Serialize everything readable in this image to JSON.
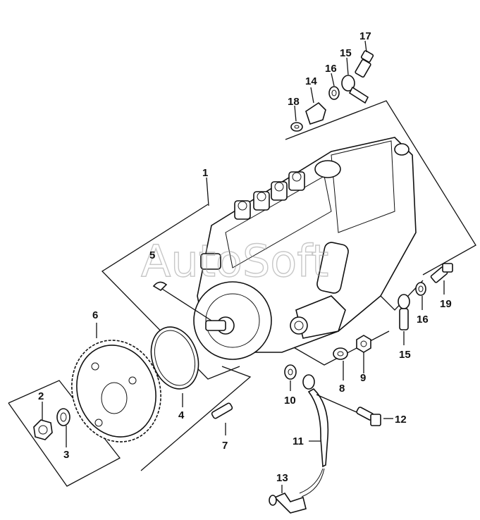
{
  "watermark": "AutoSoft",
  "labels": {
    "p1": "1",
    "p2": "2",
    "p3": "3",
    "p4": "4",
    "p5": "5",
    "p6": "6",
    "p7": "7",
    "p8": "8",
    "p9": "9",
    "p10": "10",
    "p11": "11",
    "p12": "12",
    "p13": "13",
    "p14": "14",
    "p15a": "15",
    "p15b": "15",
    "p16a": "16",
    "p16b": "16",
    "p17": "17",
    "p18": "18",
    "p19": "19"
  }
}
